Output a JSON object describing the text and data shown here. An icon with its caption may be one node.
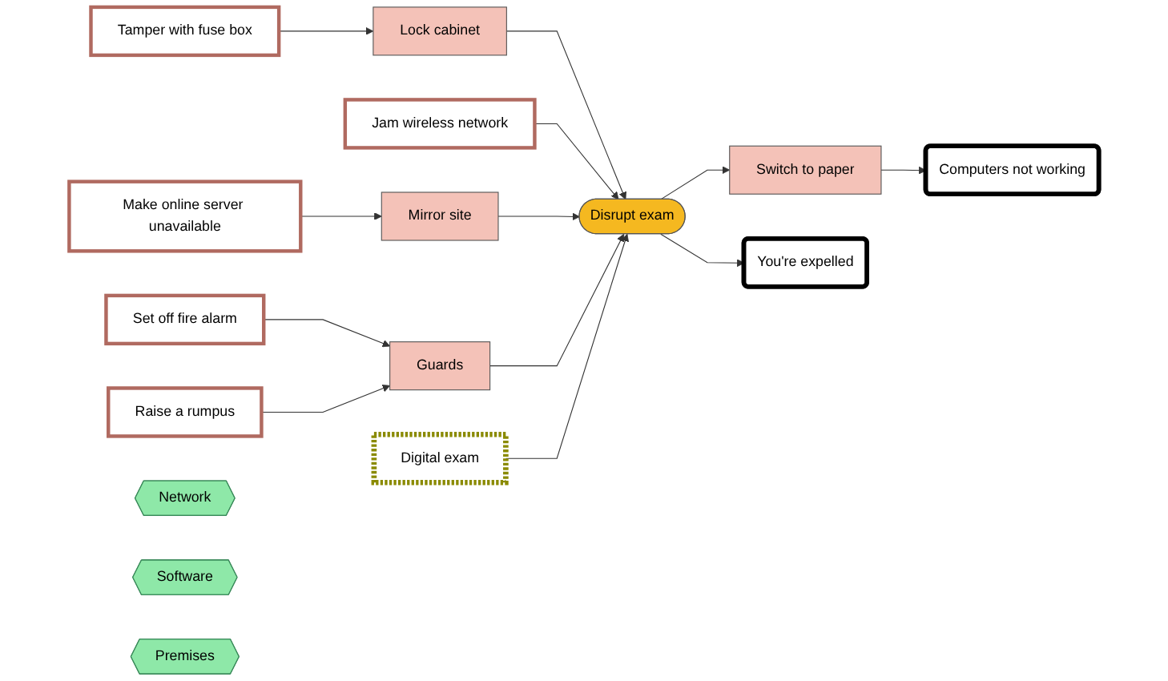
{
  "diagram": {
    "nodes": [
      {
        "text": [
          "Tamper with fuse box"
        ]
      },
      {
        "text": [
          "Lock cabinet"
        ]
      },
      {
        "text": [
          "Jam wireless network"
        ]
      },
      {
        "text": [
          "Make online server unavailable"
        ]
      },
      {
        "text": [
          "Mirror site"
        ]
      },
      {
        "text": [
          "Set off fire alarm"
        ]
      },
      {
        "text": [
          "Raise a rumpus"
        ]
      },
      {
        "text": [
          "Guards"
        ]
      },
      {
        "text": [
          "Digital exam"
        ]
      },
      {
        "text": [
          "Disrupt exam"
        ]
      },
      {
        "text": [
          "Network"
        ]
      },
      {
        "text": [
          "Software"
        ]
      },
      {
        "text": [
          "Premises"
        ]
      },
      {
        "text": [
          "Switch to paper"
        ]
      },
      {
        "text": [
          "Computers not working"
        ]
      },
      {
        "text": [
          "You're expelled"
        ]
      }
    ],
    "edges": [
      {
        "from": 0,
        "to": 1,
        "arrow": "to"
      },
      {
        "from": 1,
        "to": 9,
        "arrow": "to"
      },
      {
        "from": 2,
        "to": 9,
        "arrow": "to"
      },
      {
        "from": 3,
        "to": 4,
        "arrow": "to"
      },
      {
        "from": 4,
        "to": 9,
        "arrow": "to"
      },
      {
        "from": 5,
        "to": 7,
        "arrow": "to"
      },
      {
        "from": 6,
        "to": 7,
        "arrow": "to"
      },
      {
        "from": 7,
        "to": 9,
        "arrow": "to"
      },
      {
        "from": 8,
        "to": 9,
        "arrow": "to"
      },
      {
        "from": 9,
        "to": 13,
        "arrow": "to"
      },
      {
        "from": 13,
        "to": 14,
        "arrow": "to"
      },
      {
        "from": 9,
        "to": 15,
        "arrow": "to"
      }
    ]
  }
}
